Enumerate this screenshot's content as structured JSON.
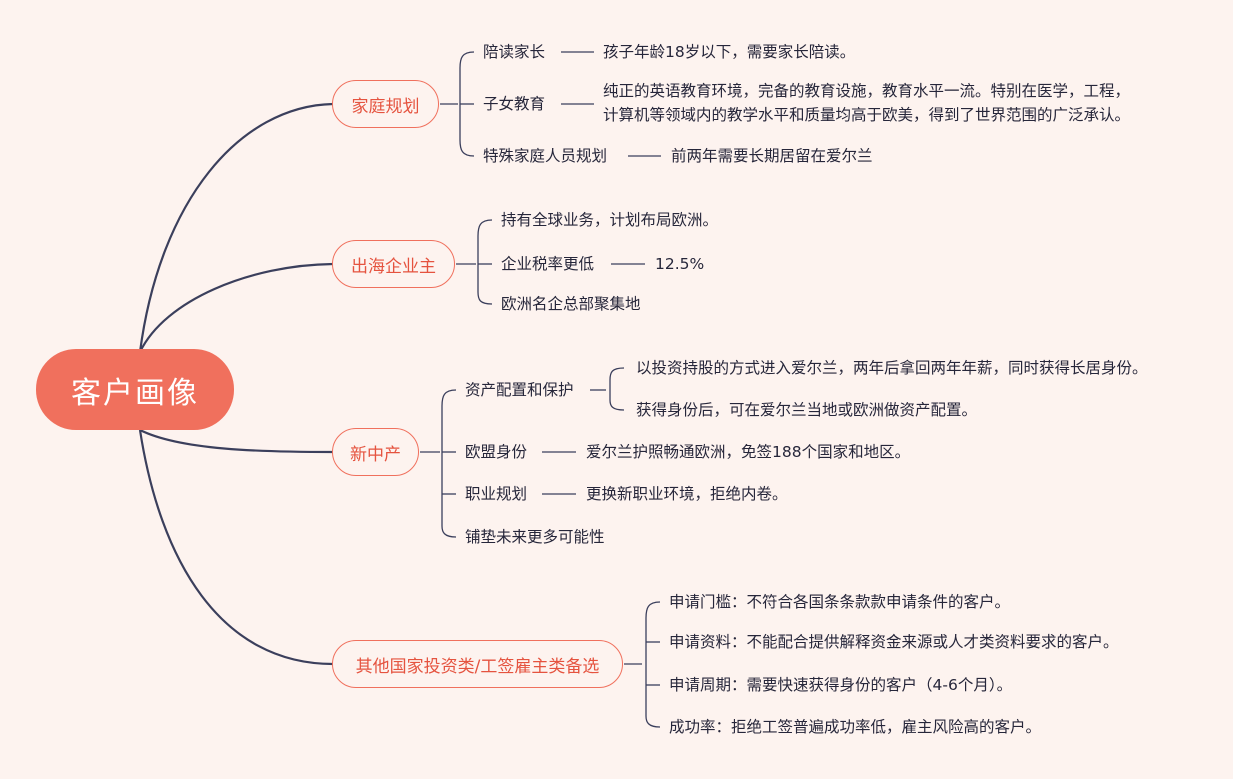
{
  "root": "客户画像",
  "branches": [
    {
      "label": "家庭规划",
      "items": [
        {
          "label": "陪读家长",
          "detail": "孩子年龄18岁以下，需要家长陪读。"
        },
        {
          "label": "子女教育",
          "detail_lines": [
            "纯正的英语教育环境，完备的教育设施，教育水平一流。特别在医学，工程，",
            "计算机等领域内的教学水平和质量均高于欧美，得到了世界范围的广泛承认。"
          ]
        },
        {
          "label": "特殊家庭人员规划",
          "detail": "前两年需要长期居留在爱尔兰"
        }
      ]
    },
    {
      "label": "出海企业主",
      "items": [
        {
          "label": "持有全球业务，计划布局欧洲。"
        },
        {
          "label": "企业税率更低",
          "detail": "12.5%"
        },
        {
          "label": "欧洲名企总部聚集地"
        }
      ]
    },
    {
      "label": "新中产",
      "items": [
        {
          "label": "资产配置和保护",
          "children": [
            "以投资持股的方式进入爱尔兰，两年后拿回两年年薪，同时获得长居身份。",
            "获得身份后，可在爱尔兰当地或欧洲做资产配置。"
          ]
        },
        {
          "label": "欧盟身份",
          "detail": "爱尔兰护照畅通欧洲，免签188个国家和地区。"
        },
        {
          "label": "职业规划",
          "detail": "更换新职业环境，拒绝内卷。"
        },
        {
          "label": "铺垫未来更多可能性"
        }
      ]
    },
    {
      "label": "其他国家投资类/工签雇主类备选",
      "items": [
        {
          "label": "申请门槛：不符合各国条条款款申请条件的客户。"
        },
        {
          "label": "申请资料：不能配合提供解释资金来源或人才类资料要求的客户。"
        },
        {
          "label": "申请周期：需要快速获得身份的客户（4-6个月）。"
        },
        {
          "label": "成功率：拒绝工签普遍成功率低，雇主风险高的客户。"
        }
      ]
    }
  ]
}
